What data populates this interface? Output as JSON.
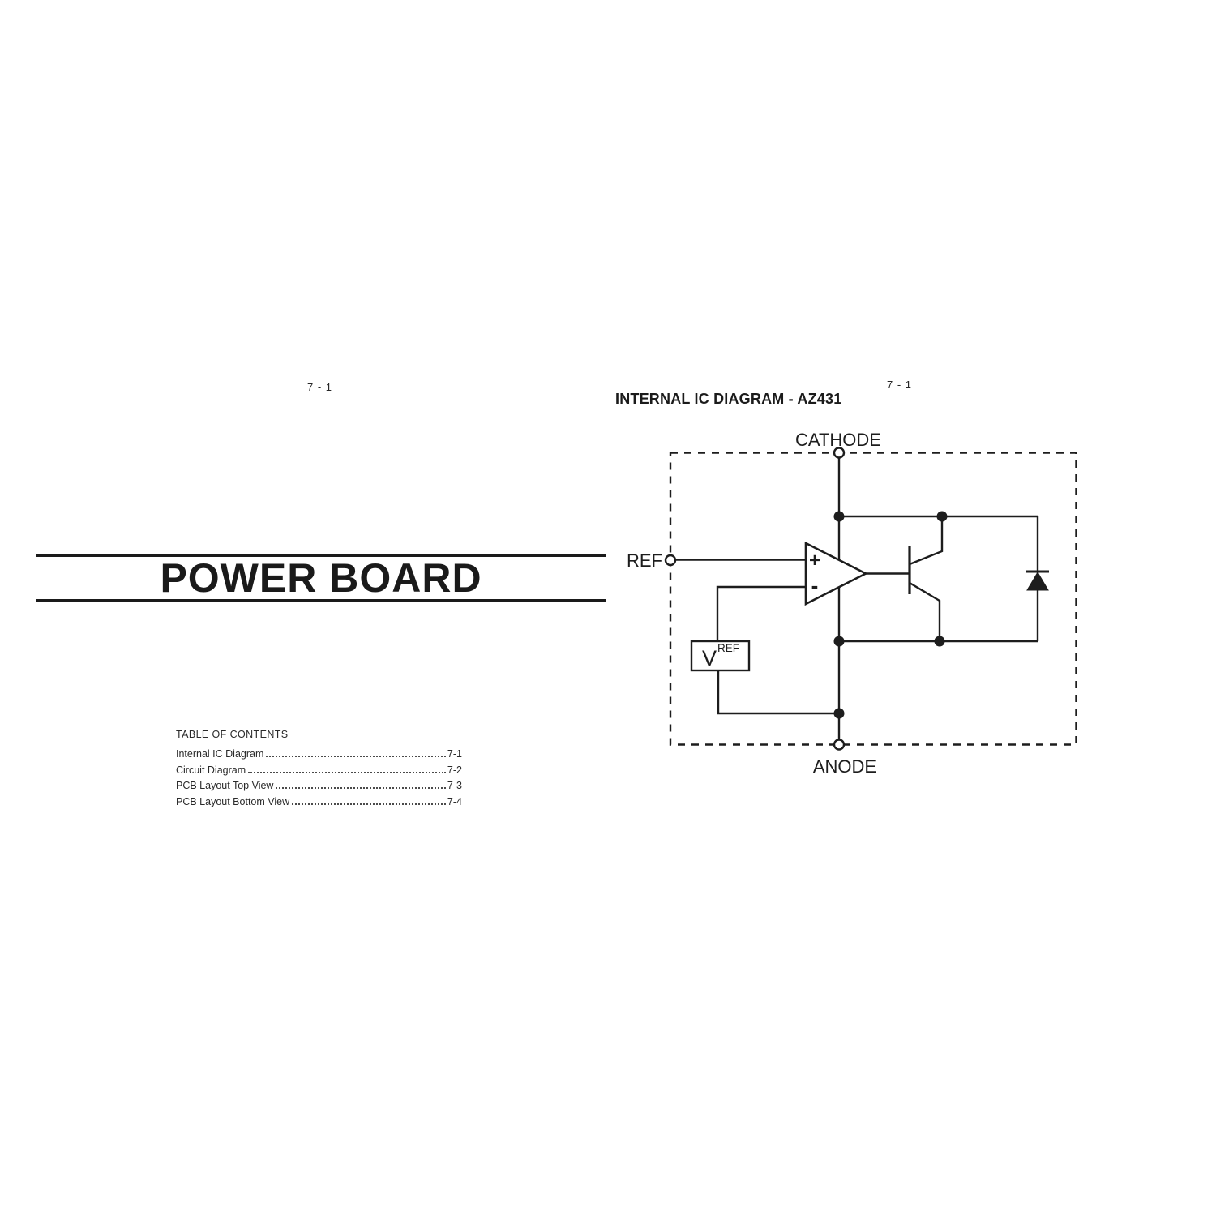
{
  "page": {
    "left_page_number": "7 - 1",
    "right_page_number": "7 - 1"
  },
  "left_section": {
    "title": "POWER BOARD",
    "toc": {
      "heading": "TABLE OF CONTENTS",
      "items": [
        {
          "label": "Internal IC Diagram",
          "page": "7-1"
        },
        {
          "label": "Circuit Diagram",
          "page": "7-2"
        },
        {
          "label": "PCB Layout Top View",
          "page": "7-3"
        },
        {
          "label": "PCB Layout Bottom View",
          "page": "7-4"
        }
      ]
    }
  },
  "diagram": {
    "heading": "INTERNAL IC DIAGRAM - AZ431",
    "terminals": {
      "top": "CATHODE",
      "left": "REF",
      "bottom": "ANODE"
    },
    "opamp": {
      "plus": "+",
      "minus": "-"
    },
    "vref": {
      "base": "V",
      "superscript": "REF"
    },
    "colors": {
      "ink": "#1d1d1d"
    }
  }
}
